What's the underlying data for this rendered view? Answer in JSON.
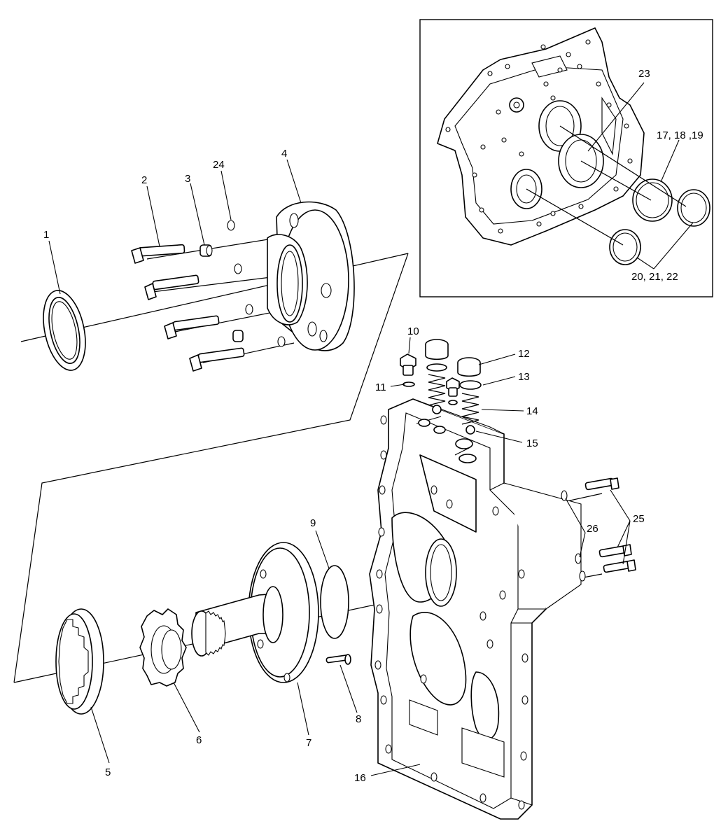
{
  "diagram": {
    "callouts": {
      "c1": "1",
      "c2": "2",
      "c3": "3",
      "c24": "24",
      "c4": "4",
      "c5": "5",
      "c6": "6",
      "c7": "7",
      "c8": "8",
      "c9": "9",
      "c10": "10",
      "c11": "11",
      "c12": "12",
      "c13": "13",
      "c14": "14",
      "c15": "15",
      "c16": "16",
      "c25": "25",
      "c26": "26",
      "c23": "23",
      "c17_19": "17, 18 ,19",
      "c20_22": "20, 21, 22"
    }
  }
}
